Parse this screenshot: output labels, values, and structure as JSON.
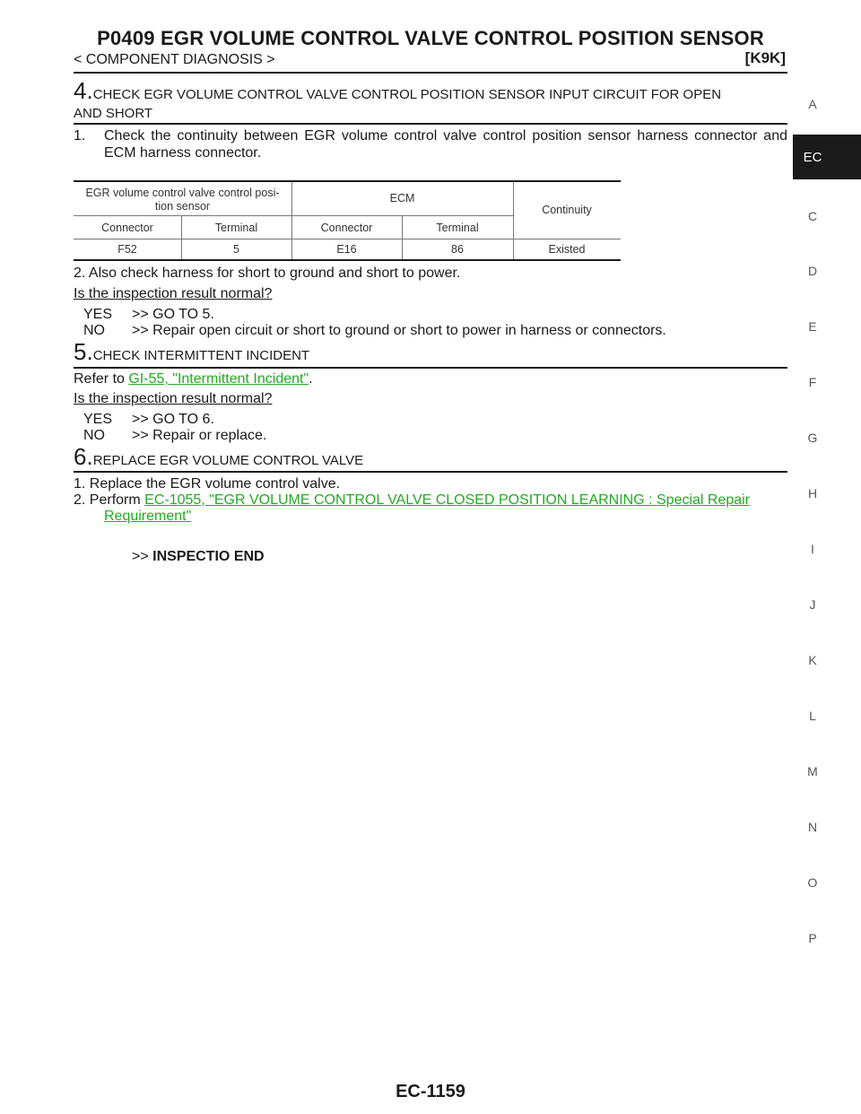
{
  "header": {
    "title": "P0409 EGR VOLUME CONTROL VALVE CONTROL POSITION SENSOR",
    "breadcrumb": "< COMPONENT DIAGNOSIS >",
    "code": "[K9K]"
  },
  "side_index": {
    "letters": [
      "A",
      "C",
      "D",
      "E",
      "F",
      "G",
      "H",
      "I",
      "J",
      "K",
      "L",
      "M",
      "N",
      "O",
      "P"
    ],
    "active": "EC"
  },
  "step4": {
    "number": "4.",
    "title_line1": "CHECK EGR VOLUME CONTROL VALVE CONTROL POSITION SENSOR INPUT CIRCUIT FOR OPEN",
    "title_line2": "AND SHORT",
    "item1_num": "1.",
    "item1_line1": "Check the continuity between EGR volume control valve control position sensor harness connector and",
    "item1_line2": "ECM harness connector.",
    "table": {
      "col1_header_line1": "EGR volume control valve control posi-",
      "col1_header_line2": "tion sensor",
      "col2_header": "ECM",
      "col3_header": "Continuity",
      "sub_headers": [
        "Connector",
        "Terminal",
        "Connector",
        "Terminal"
      ],
      "row": [
        "F52",
        "5",
        "E16",
        "86",
        "Existed"
      ]
    },
    "item2": "2. Also check harness for short to ground and short to power.",
    "question": "Is the inspection result normal?",
    "yes_label": "YES",
    "yes_text": ">> GO TO 5.",
    "no_label": "NO",
    "no_text": ">> Repair open circuit or short to ground or short to power in harness or connectors."
  },
  "step5": {
    "number": "5.",
    "title": "CHECK INTERMITTENT INCIDENT",
    "refer_prefix": "Refer to ",
    "refer_link": "GI-55, \"Intermittent Incident\"",
    "refer_suffix": ".",
    "question": "Is the inspection result normal?",
    "yes_label": "YES",
    "yes_text": ">> GO TO 6.",
    "no_label": "NO",
    "no_text": ">> Repair or replace."
  },
  "step6": {
    "number": "6.",
    "title": "REPLACE EGR VOLUME CONTROL VALVE",
    "item1": "1. Replace the EGR volume control valve.",
    "item2_prefix": "2. Perform ",
    "item2_link_line1": "EC-1055, \"EGR VOLUME CONTROL VALVE CLOSED POSITION LEARNING : Special Repair",
    "item2_link_line2": "Requirement\"",
    "end_arrow": ">>",
    "end_text": "INSPECTIO END"
  },
  "footer": {
    "page_number": "EC-1159"
  }
}
